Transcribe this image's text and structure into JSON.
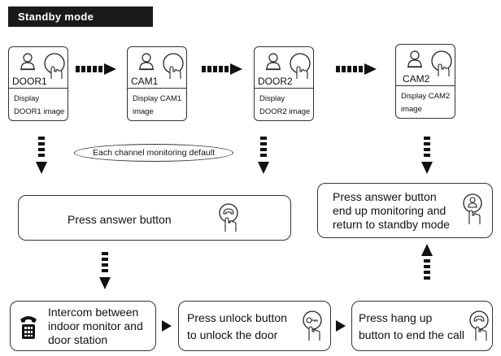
{
  "header": {
    "title": "Standby mode"
  },
  "cards": [
    {
      "label": "DOOR1",
      "desc": "Display DOOR1 image"
    },
    {
      "label": "CAM1",
      "desc": "Display CAM1 image"
    },
    {
      "label": "DOOR2",
      "desc": "Display DOOR2 image"
    },
    {
      "label": "CAM2",
      "desc": "Display CAM2 image"
    }
  ],
  "note": "Each channel monitoring default",
  "steps": {
    "answer": "Press answer button",
    "intercom": [
      "Intercom between",
      "indoor monitor and",
      "door station"
    ],
    "unlock": [
      "Press unlock button",
      "to unlock the door"
    ],
    "hangup": [
      "Press hang up",
      "button to end the call"
    ],
    "end_monitor": [
      "Press answer button",
      "end up monitoring and",
      "return to standby mode"
    ]
  },
  "icons": {
    "card_person": "person-icon",
    "card_hand": "hand-press-icon",
    "answer": "phone-hand-icon",
    "intercom": "telephone-icon",
    "unlock": "key-hand-icon",
    "hangup": "phone-hand-icon",
    "end_monitor": "person-hand-icon"
  }
}
